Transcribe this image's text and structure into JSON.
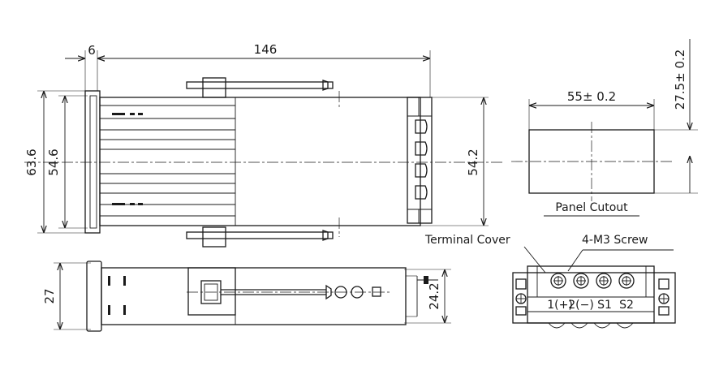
{
  "dimensions": {
    "overall_length": "146",
    "bezel_depth": "6",
    "front_height": "63.6",
    "bezel_inner_height": "54.6",
    "body_height": "54.2",
    "front_width": "27",
    "body_width": "24.2",
    "cutout_width": "55± 0.2",
    "cutout_height": "27.5± 0.2"
  },
  "labels": {
    "panel_cutout": "Panel Cutout",
    "terminal_cover": "Terminal Cover",
    "screw": "4-M3 Screw",
    "terminals": [
      "1(+)",
      "2(−)",
      "S1",
      "S2"
    ]
  }
}
